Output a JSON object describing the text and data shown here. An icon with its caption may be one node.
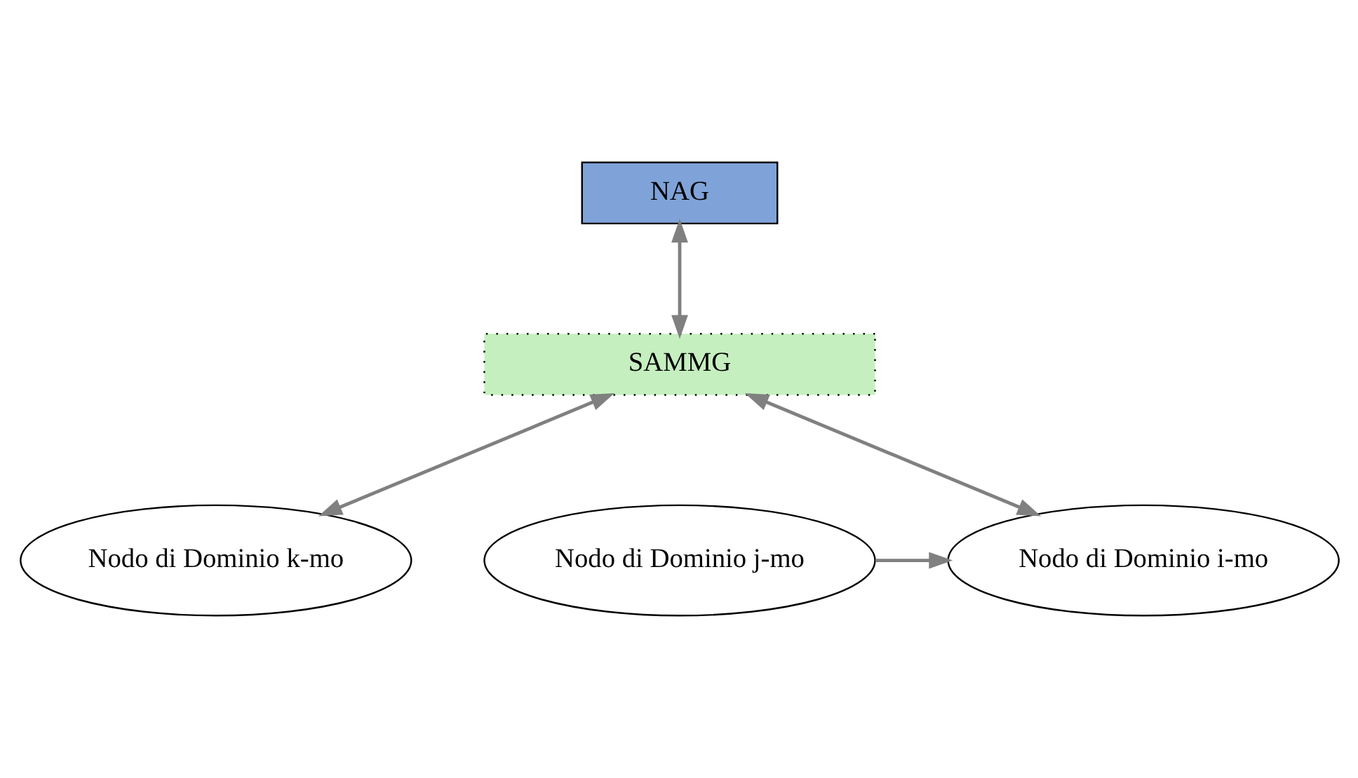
{
  "diagram": {
    "nodes": [
      {
        "text": [
          "NAG"
        ]
      },
      {
        "text": [
          "SAMMG"
        ]
      },
      {
        "text": [
          "Nodo di Dominio i-mo"
        ]
      },
      {
        "text": [
          "Nodo di Dominio j-mo"
        ]
      },
      {
        "text": [
          "Nodo di Dominio k-mo"
        ]
      }
    ],
    "edges": [
      {
        "from": 0,
        "to": 1,
        "arrow": "both"
      },
      {
        "from": 1,
        "to": 2,
        "arrow": "both"
      },
      {
        "from": 3,
        "to": 2,
        "arrow": "to"
      },
      {
        "from": 1,
        "to": 4,
        "arrow": "both"
      }
    ]
  }
}
